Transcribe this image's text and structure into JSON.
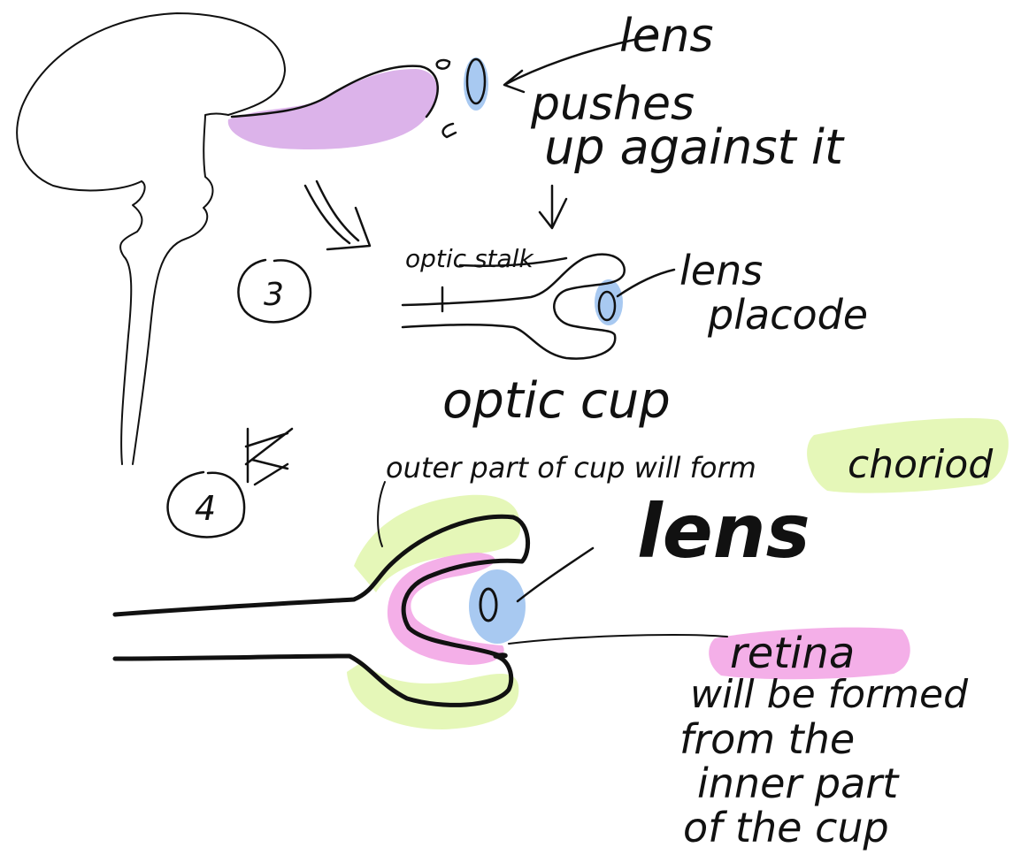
{
  "colors": {
    "ink": "#111111",
    "lens_blue": "#9ec3f0",
    "purple": "#d6a6e6",
    "pink": "#f3a6e6",
    "lime": "#e4f7b4"
  },
  "labels": {
    "lens_top": "lens",
    "pushes_up": "pushes",
    "against_it": "up against it",
    "optic_stalk": "optic stalk",
    "lens_placode_1": "lens",
    "lens_placode_2": "placode",
    "optic_cup": "optic cup",
    "step_3": "3",
    "step_4": "4",
    "outer_part": "outer part of cup will form",
    "choroid": "choriod",
    "lens_big": "lens",
    "retina": "retina",
    "retina_note_1": "will be formed",
    "retina_note_2": "from the",
    "retina_note_3": "inner part",
    "retina_note_4": "of the cup"
  }
}
